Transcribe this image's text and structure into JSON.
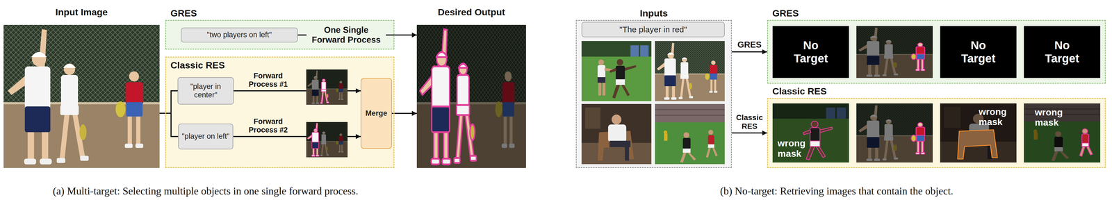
{
  "diagram": {
    "nodes": [
      {
        "text": [
          "Input Image"
        ]
      },
      {
        "text": [
          "GRES"
        ]
      },
      {
        "text": [
          "\"two players on left\""
        ],
        "in": 1
      },
      {
        "text": [
          "Classic RES"
        ]
      },
      {
        "text": [
          "\"player in center\""
        ],
        "in": 3
      },
      {
        "text": [
          "\"player on left\""
        ],
        "in": 3
      },
      {
        "text": [
          "Merge"
        ],
        "in": 3
      },
      {
        "text": [
          "Desired Output"
        ]
      },
      {
        "text": [
          "Inputs"
        ]
      },
      {
        "text": [
          "\"The player in red\""
        ],
        "in": 8
      },
      {
        "text": [
          "GRES"
        ]
      },
      {
        "text": [
          "No Target"
        ],
        "in": 10
      },
      {
        "text": [
          "No Target"
        ],
        "in": 10
      },
      {
        "text": [
          "No Target"
        ],
        "in": 10
      },
      {
        "text": [
          "Classic RES"
        ]
      },
      {
        "text": [
          "wrong mask"
        ],
        "in": 14
      },
      {
        "text": [
          "wrong mask"
        ],
        "in": 14
      },
      {
        "text": [
          "wrong mask"
        ],
        "in": 14
      }
    ],
    "edges": [
      {
        "from": 0,
        "to": 4,
        "arrow": "none"
      },
      {
        "from": 0,
        "to": 5,
        "arrow": "none"
      },
      {
        "from": 2,
        "to": 7,
        "label": "One Single Forward Process",
        "arrow": "to"
      },
      {
        "from": 4,
        "to": 6,
        "label": "Forward Process #1",
        "arrow": "to"
      },
      {
        "from": 5,
        "to": 6,
        "label": "Forward Process #2",
        "arrow": "to"
      },
      {
        "from": 6,
        "to": 7,
        "arrow": "to"
      },
      {
        "from": 8,
        "to": 10,
        "label": "GRES",
        "arrow": "to"
      },
      {
        "from": 8,
        "to": 14,
        "label": "Classic RES",
        "arrow": "to"
      }
    ],
    "labels": [
      "(a) Multi-target: Selecting multiple objects in one single forward process.",
      "(b) No-target: Retrieving images that contain the object."
    ]
  }
}
